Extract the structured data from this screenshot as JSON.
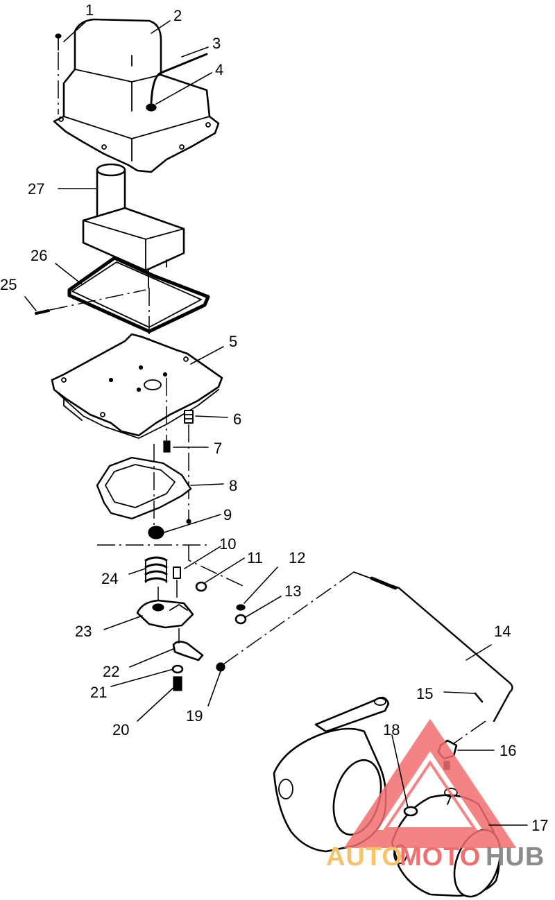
{
  "callouts": [
    "1",
    "2",
    "3",
    "4",
    "5",
    "6",
    "7",
    "8",
    "9",
    "10",
    "11",
    "12",
    "13",
    "14",
    "15",
    "16",
    "17",
    "18",
    "19",
    "20",
    "21",
    "22",
    "23",
    "24",
    "25",
    "26",
    "27"
  ],
  "watermark": {
    "part1": "AUTO",
    "part2": "MOTO",
    "part3": "HUB",
    "color_auto": "#f6c36a",
    "color_moto": "#f26f6f",
    "color_hub": "#8c8c8c"
  }
}
